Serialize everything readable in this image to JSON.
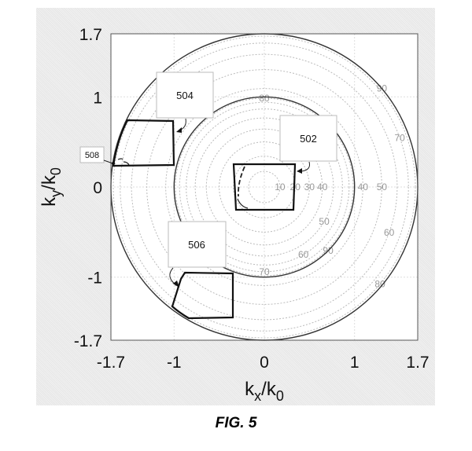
{
  "figure_label": "FIG. 5",
  "axes": {
    "xlabel": {
      "main": "k",
      "sub1": "x",
      "slash": "/k",
      "sub2": "0"
    },
    "ylabel": {
      "main": "k",
      "sub1": "y",
      "slash": "/k",
      "sub2": "0"
    },
    "x_ticks": [
      {
        "v": -1.7,
        "label": "-1.7"
      },
      {
        "v": -1,
        "label": "-1"
      },
      {
        "v": 0,
        "label": "0"
      },
      {
        "v": 1,
        "label": "1"
      },
      {
        "v": 1.7,
        "label": "1.7"
      }
    ],
    "y_ticks": [
      {
        "v": 1.7,
        "label": "1.7"
      },
      {
        "v": 1,
        "label": "1"
      },
      {
        "v": 0,
        "label": "0"
      },
      {
        "v": -1,
        "label": "-1"
      },
      {
        "v": -1.7,
        "label": "-1.7"
      }
    ],
    "range": [
      -1.7,
      1.7
    ]
  },
  "circles": [
    {
      "radius": 1
    },
    {
      "radius": 1.7
    }
  ],
  "inner_ring_angles": [
    "10",
    "20",
    "30",
    "40",
    "50",
    "60",
    "70",
    "80",
    "90"
  ],
  "outer_ring_angles": [
    "40",
    "50",
    "60",
    "70",
    "80",
    "90"
  ],
  "callouts": {
    "c502": "502",
    "c504": "504",
    "c506": "506",
    "c508": "508"
  }
}
